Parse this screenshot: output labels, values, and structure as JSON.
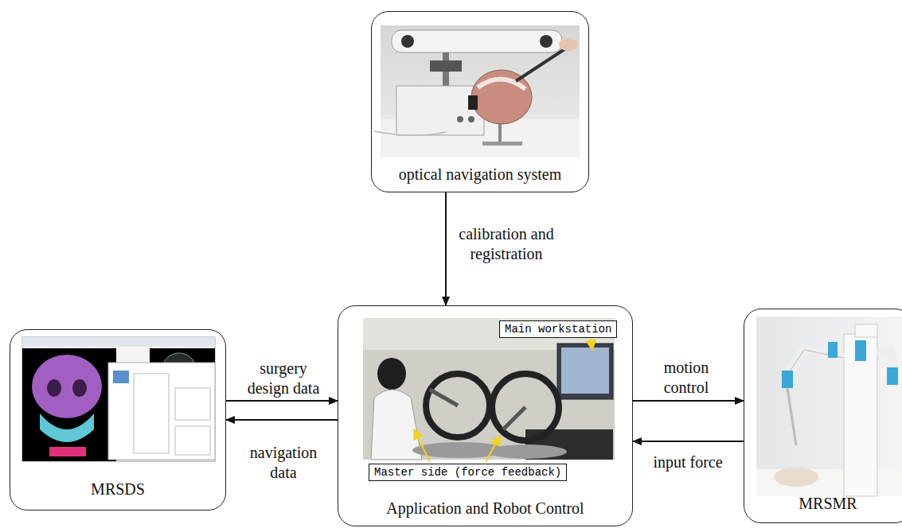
{
  "diagram": {
    "nodes": [
      {
        "text": [
          "optical navigation system"
        ]
      },
      {
        "text": [
          "MRSDS"
        ]
      },
      {
        "text": [
          "Application and Robot Control"
        ]
      },
      {
        "text": [
          "Main workstation"
        ],
        "in": 2
      },
      {
        "text": [
          "Master side (force feedback)"
        ],
        "in": 2
      },
      {
        "text": [
          "MRSMR"
        ]
      }
    ],
    "edges": [
      {
        "from": 0,
        "to": 2,
        "label": "calibration and registration",
        "arrow": "to"
      },
      {
        "from": 1,
        "to": 2,
        "label": "surgery design data",
        "arrow": "to"
      },
      {
        "from": 2,
        "to": 1,
        "label": "navigation data",
        "arrow": "to"
      },
      {
        "from": 2,
        "to": 5,
        "label": "motion control",
        "arrow": "to"
      },
      {
        "from": 5,
        "to": 2,
        "label": "input force",
        "arrow": "to"
      }
    ]
  }
}
